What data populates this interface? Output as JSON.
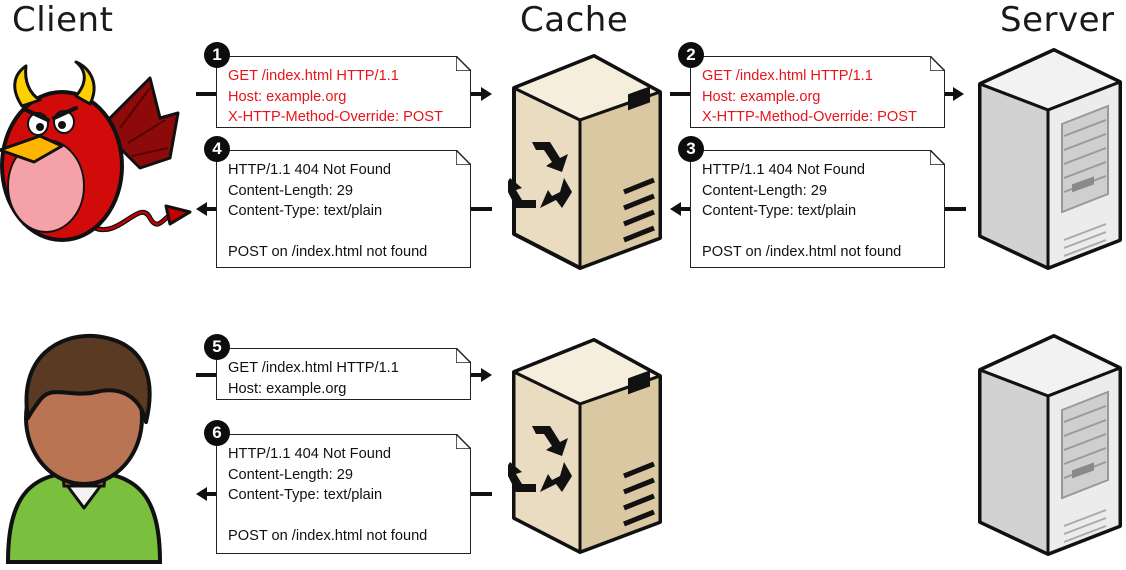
{
  "columns": {
    "client": "Client",
    "cache": "Cache",
    "server": "Server"
  },
  "messages": [
    {
      "step": "1",
      "color": "#e8141c",
      "lines": [
        "GET /index.html HTTP/1.1",
        "Host: example.org",
        "X-HTTP-Method-Override: POST"
      ]
    },
    {
      "step": "2",
      "color": "#e8141c",
      "lines": [
        "GET /index.html HTTP/1.1",
        "Host: example.org",
        "X-HTTP-Method-Override: POST"
      ]
    },
    {
      "step": "3",
      "color": "#111111",
      "lines": [
        "HTTP/1.1 404 Not Found",
        "Content-Length: 29",
        "Content-Type: text/plain",
        "",
        "POST on /index.html not found"
      ]
    },
    {
      "step": "4",
      "color": "#111111",
      "lines": [
        "HTTP/1.1 404 Not Found",
        "Content-Length: 29",
        "Content-Type: text/plain",
        "",
        "POST on /index.html not found"
      ]
    },
    {
      "step": "5",
      "color": "#111111",
      "lines": [
        "GET /index.html HTTP/1.1",
        "Host: example.org"
      ]
    },
    {
      "step": "6",
      "color": "#111111",
      "lines": [
        "HTTP/1.1 404 Not Found",
        "Content-Length: 29",
        "Content-Type: text/plain",
        "",
        "POST on /index.html not found"
      ]
    }
  ],
  "actors": {
    "attacker": "devil-client-icon",
    "victim": "user-client-icon",
    "cache": "cache-server-recycle-icon",
    "origin": "origin-server-icon"
  },
  "colors": {
    "poisoned_request": "#e8141c",
    "devil_body": "#d10a0a",
    "user_shirt": "#7bbf3e",
    "cache_tower": "#e9dcc0",
    "server_tower": "#e6e6e6"
  }
}
